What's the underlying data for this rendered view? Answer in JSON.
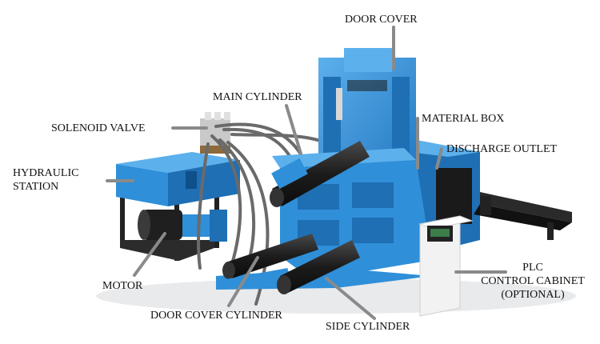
{
  "labels": {
    "door_cover": "DOOR COVER",
    "main_cylinder": "MAIN CYLINDER",
    "solenoid_valve": "SOLENOID VALVE",
    "material_box": "MATERIAL BOX",
    "discharge_outlet": "DISCHARGE OUTLET",
    "hydraulic_station_line1": "HYDRAULIC",
    "hydraulic_station_line2": "STATION",
    "motor": "MOTOR",
    "plc_line1": "PLC",
    "plc_line2": "CONTROL CABINET",
    "plc_line3": "(OPTIONAL)",
    "door_cover_cylinder": "DOOR COVER CYLINDER",
    "side_cylinder": "SIDE CYLINDER"
  },
  "colors": {
    "machine_blue": "#2f8fd8",
    "machine_blue_dark": "#1f6fb4",
    "machine_blue_light": "#5cb0ec",
    "cylinder_black": "#1c1c1c",
    "hose_gray": "#6a6a6a",
    "frame_black": "#222222",
    "cabinet_white": "#f2f2f2",
    "leader_gray": "#8a8a8a"
  }
}
